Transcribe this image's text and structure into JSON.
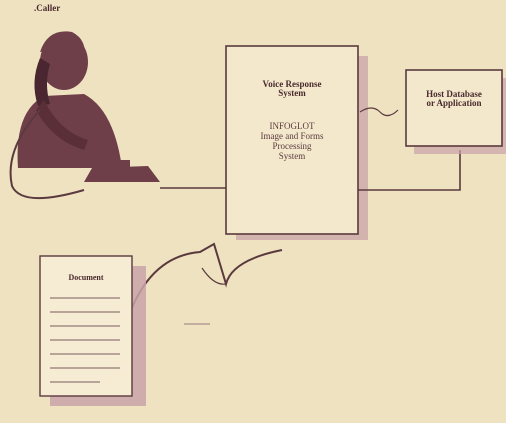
{
  "caller_label": ".Caller",
  "vrs": {
    "title_line1": "Voice Response",
    "title_line2": "System",
    "sub_line1": "INFOGLOT",
    "sub_line2": "Image and Forms",
    "sub_line3": "Processing",
    "sub_line4": "System"
  },
  "host": {
    "line1": "Host Database",
    "line2": "or Application"
  },
  "document_label": "Document",
  "colors": {
    "background": "#efe2c0",
    "figure": "#6e3f48",
    "box_shadow": "#c9a3a8",
    "line": "#5a3a3e"
  }
}
